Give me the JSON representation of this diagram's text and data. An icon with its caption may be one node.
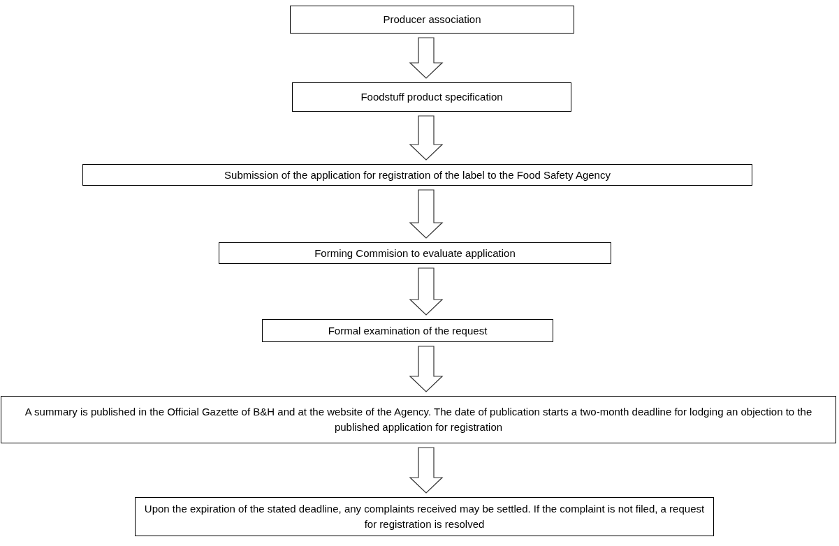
{
  "diagram": {
    "nodes": [
      {
        "text": [
          "Producer association"
        ]
      },
      {
        "text": [
          "Foodstuff product specification"
        ]
      },
      {
        "text": [
          "Submission of the application for registration of the label to the Food Safety Agency"
        ]
      },
      {
        "text": [
          "Forming Commision to evaluate application"
        ]
      },
      {
        "text": [
          "Formal examination of the request"
        ]
      },
      {
        "text": [
          "A summary is published in the Official Gazette of B&H and at the website of the Agency. The date of publication starts a two-month deadline for lodging an objection to the published application for registration"
        ]
      },
      {
        "text": [
          "Upon the expiration of the stated deadline, any complaints received may be settled. If the complaint is not filed, a request for registration is resolved"
        ]
      }
    ],
    "edges": [
      {
        "from": 0,
        "to": 1,
        "arrow": "to"
      },
      {
        "from": 1,
        "to": 2,
        "arrow": "to"
      },
      {
        "from": 2,
        "to": 3,
        "arrow": "to"
      },
      {
        "from": 3,
        "to": 4,
        "arrow": "to"
      },
      {
        "from": 4,
        "to": 5,
        "arrow": "to"
      },
      {
        "from": 5,
        "to": 6,
        "arrow": "to"
      }
    ]
  }
}
